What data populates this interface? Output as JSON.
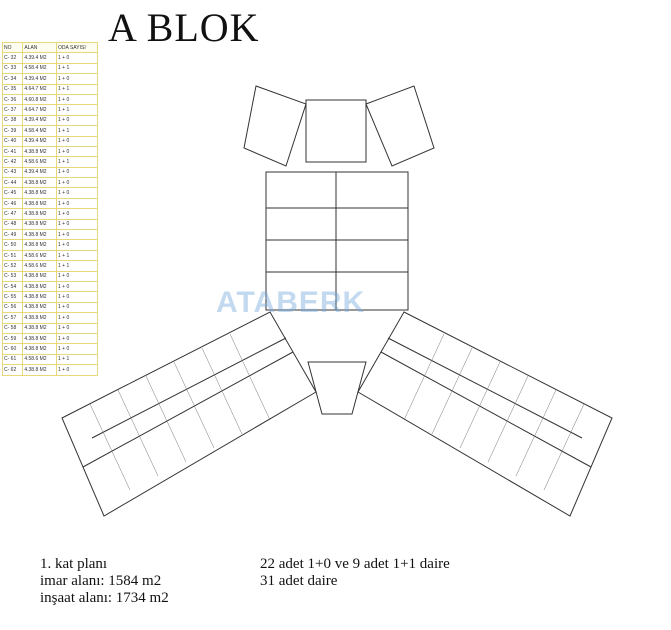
{
  "title": "A BLOK",
  "table": {
    "headers": [
      "NO",
      "ALAN",
      "ODA SAYISI"
    ],
    "rows": [
      [
        "C- 32",
        "4.39.4 M2",
        "1 + 0"
      ],
      [
        "C- 33",
        "4.58.4 M2",
        "1 + 1"
      ],
      [
        "C- 34",
        "4.39.4 M2",
        "1 + 0"
      ],
      [
        "C- 35",
        "4.64.7 M2",
        "1 + 1"
      ],
      [
        "C- 36",
        "4.60.8 M2",
        "1 + 0"
      ],
      [
        "C- 37",
        "4.64.7 M2",
        "1 + 1"
      ],
      [
        "C- 38",
        "4.39.4 M2",
        "1 + 0"
      ],
      [
        "C- 39",
        "4.58.4 M2",
        "1 + 1"
      ],
      [
        "C- 40",
        "4.39.4 M2",
        "1 + 0"
      ],
      [
        "C- 41",
        "4.38.8 M2",
        "1 + 0"
      ],
      [
        "C- 42",
        "4.58.6 M2",
        "1 + 1"
      ],
      [
        "C- 43",
        "4.39.4 M2",
        "1 + 0"
      ],
      [
        "C- 44",
        "4.38.8 M2",
        "1 + 0"
      ],
      [
        "C- 45",
        "4.38.8 M2",
        "1 + 0"
      ],
      [
        "C- 46",
        "4.38.8 M2",
        "1 + 0"
      ],
      [
        "C- 47",
        "4.38.8 M2",
        "1 + 0"
      ],
      [
        "C- 48",
        "4.38.8 M2",
        "1 + 0"
      ],
      [
        "C- 49",
        "4.38.8 M2",
        "1 + 0"
      ],
      [
        "C- 50",
        "4.38.8 M2",
        "1 + 0"
      ],
      [
        "C- 51",
        "4.58.6 M2",
        "1 + 1"
      ],
      [
        "C- 52",
        "4.58.6 M2",
        "1 + 1"
      ],
      [
        "C- 53",
        "4.38.8 M2",
        "1 + 0"
      ],
      [
        "C- 54",
        "4.38.8 M2",
        "1 + 0"
      ],
      [
        "C- 55",
        "4.38.8 M2",
        "1 + 0"
      ],
      [
        "C- 56",
        "4.38.8 M2",
        "1 + 0"
      ],
      [
        "C- 57",
        "4.38.8 M2",
        "1 + 0"
      ],
      [
        "C- 58",
        "4.38.8 M2",
        "1 + 0"
      ],
      [
        "C- 59",
        "4.38.8 M2",
        "1 + 0"
      ],
      [
        "C- 60",
        "4.38.8 M2",
        "1 + 0"
      ],
      [
        "C- 61",
        "4.58.6 M2",
        "1 + 1"
      ],
      [
        "C- 62",
        "4.38.8 M2",
        "1 + 0"
      ]
    ]
  },
  "watermark": "ATABERK",
  "captions": {
    "plan_name": "1. kat planı",
    "imar": "imar alanı: 1584 m2",
    "insaat": "inşaat alanı: 1734 m2",
    "units": "22 adet 1+0 ve 9 adet 1+1 daire",
    "total": "31 adet daire"
  }
}
